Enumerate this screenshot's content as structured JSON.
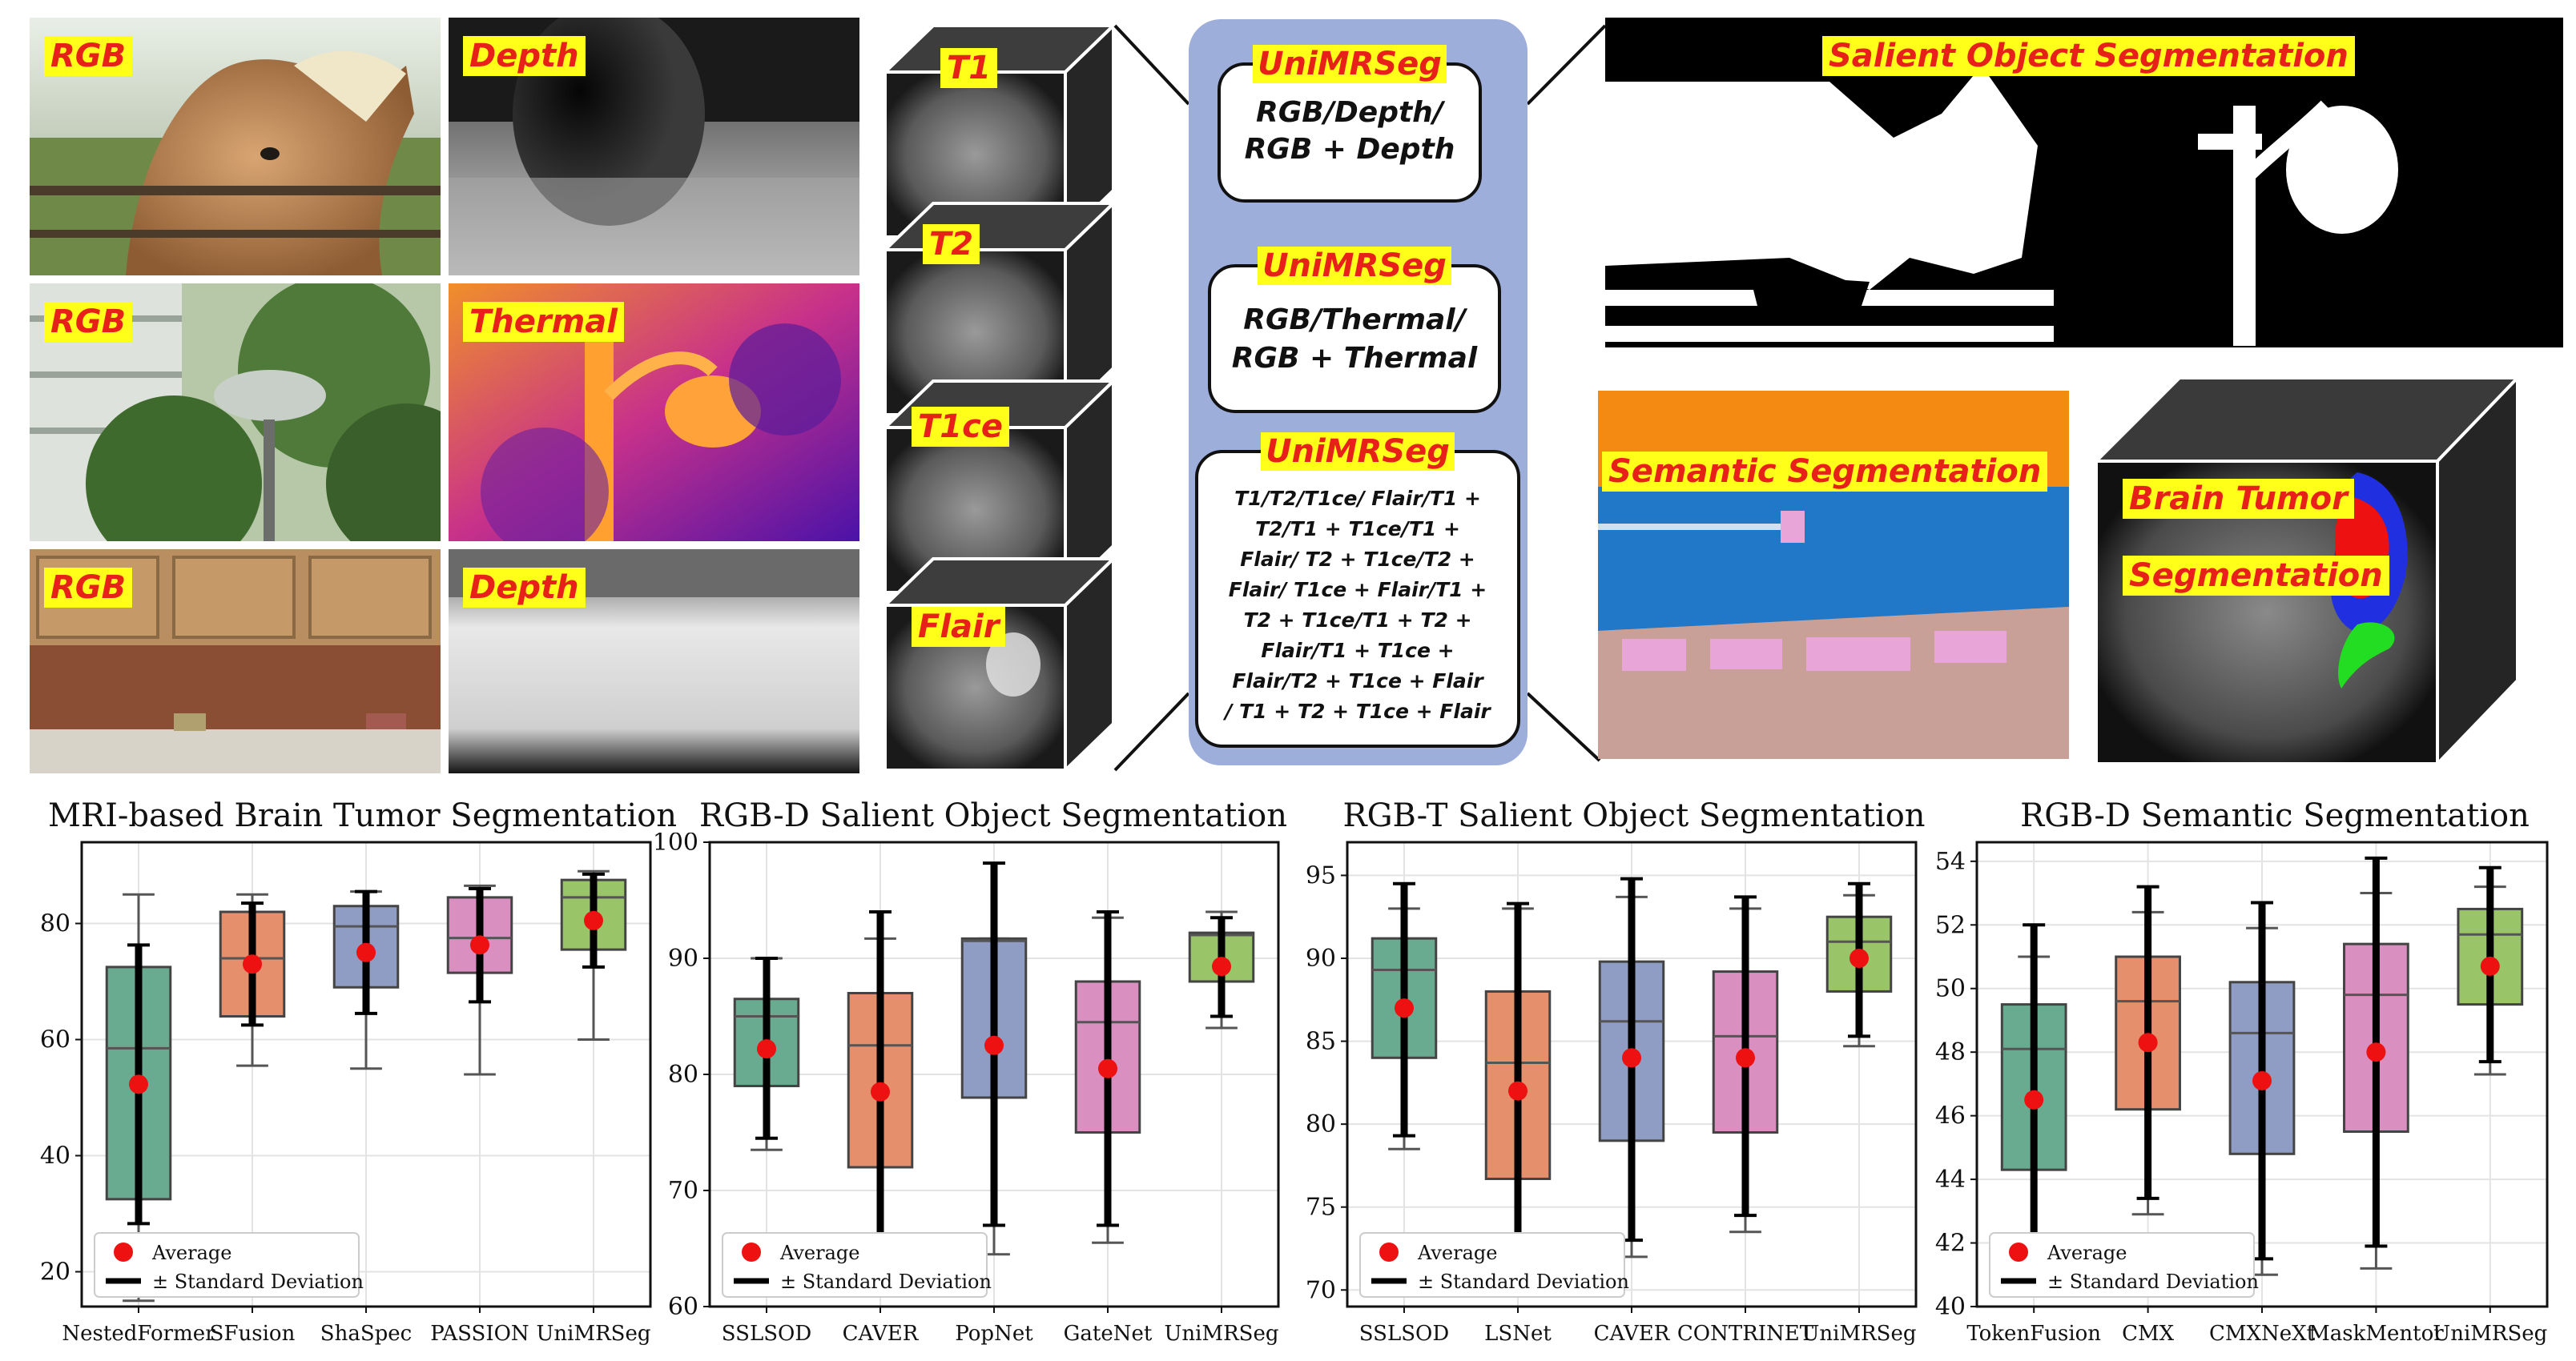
{
  "input_labels": {
    "rgb_1": "RGB",
    "depth_1": "Depth",
    "rgb_2": "RGB",
    "thermal": "Thermal",
    "rgb_3": "RGB",
    "depth_2": "Depth"
  },
  "mri_labels": [
    "T1",
    "T2",
    "T1ce",
    "Flair"
  ],
  "model_boxes": [
    {
      "title": "UniMRSeg",
      "body": "RGB/Depth/\nRGB + Depth"
    },
    {
      "title": "UniMRSeg",
      "body": "RGB/Thermal/\nRGB + Thermal"
    },
    {
      "title": "UniMRSeg",
      "body": "T1/T2/T1ce/ Flair/T1 +\nT2/T1 + T1ce/T1 +\nFlair/ T2 + T1ce/T2 +\nFlair/ T1ce + Flair/T1 +\nT2 + T1ce/T1 + T2 +\nFlair/T1 + T1ce +\nFlair/T2 + T1ce + Flair\n/ T1 + T2 + T1ce + Flair"
    }
  ],
  "output_labels": {
    "salient": "Salient Object Segmentation",
    "semantic": "Semantic Segmentation",
    "brain_1": "Brain  Tumor",
    "brain_2": "Segmentation"
  },
  "legend": {
    "average": "Average",
    "std": "± Standard Deviation"
  },
  "colors": {
    "box_fills": [
      "#69ab91",
      "#e58f6d",
      "#8f9cc3",
      "#d98fbf",
      "#9ac468"
    ],
    "average_marker": "#ee1111",
    "model_panel": "#9eaedb",
    "tag_bg": "#ffff1a",
    "tag_text": "#e8201a"
  },
  "chart_data": [
    {
      "type": "box",
      "title": "MRI-based  Brain Tumor Segmentation",
      "categories": [
        "NestedFormer",
        "SFusion",
        "ShaSpec",
        "PASSION",
        "UniMRSeg"
      ],
      "ylim": [
        14,
        94
      ],
      "yticks": [
        20,
        40,
        60,
        80
      ],
      "q1": [
        32.5,
        64,
        69,
        71.5,
        75.5
      ],
      "median": [
        58.5,
        74,
        79.5,
        77.5,
        84.5
      ],
      "q3": [
        72.5,
        82,
        83,
        84.5,
        87.5
      ],
      "whisker_low": [
        15,
        55.5,
        55,
        54,
        60
      ],
      "whisker_high": [
        85,
        85,
        85.5,
        86.5,
        89
      ],
      "mean": [
        52.3,
        73,
        75,
        76.3,
        80.5
      ],
      "std_low": [
        28.3,
        62.5,
        64.5,
        66.5,
        72.5
      ],
      "std_high": [
        76.3,
        83.5,
        85.5,
        86,
        88.5
      ],
      "grid": true,
      "legend": "lower-left"
    },
    {
      "type": "box",
      "title": "RGB-D Salient Object Segmentation",
      "categories": [
        "SSLSOD",
        "CAVER",
        "PopNet",
        "GateNet",
        "UniMRSeg"
      ],
      "ylim": [
        60,
        100
      ],
      "yticks": [
        60,
        70,
        80,
        90,
        100
      ],
      "q1": [
        79,
        72,
        78,
        75,
        88
      ],
      "median": [
        85,
        82.5,
        91.5,
        84.5,
        92
      ],
      "q3": [
        86.5,
        87,
        91.7,
        88,
        92.2
      ],
      "whisker_low": [
        73.5,
        62,
        64.5,
        65.5,
        84
      ],
      "whisker_high": [
        90,
        91.7,
        91.7,
        93.5,
        94
      ],
      "mean": [
        82.2,
        78.5,
        82.5,
        80.5,
        89.3
      ],
      "std_low": [
        74.5,
        62,
        67,
        67,
        85
      ],
      "std_high": [
        90,
        94,
        98.2,
        94,
        93.5
      ],
      "grid": true,
      "legend": "lower-left"
    },
    {
      "type": "box",
      "title": "RGB-T Salient Object Segmentation",
      "categories": [
        "SSLSOD",
        "LSNet",
        "CAVER",
        "CONTRINET",
        "UniMRSeg"
      ],
      "ylim": [
        69,
        97
      ],
      "yticks": [
        70,
        75,
        80,
        85,
        90,
        95
      ],
      "q1": [
        84,
        76.7,
        79,
        79.5,
        88
      ],
      "median": [
        89.3,
        83.7,
        86.2,
        85.3,
        91
      ],
      "q3": [
        91.2,
        88,
        89.8,
        89.2,
        92.5
      ],
      "whisker_low": [
        78.5,
        70,
        72,
        73.5,
        84.7
      ],
      "whisker_high": [
        93,
        93,
        93.7,
        93,
        93.8
      ],
      "mean": [
        87,
        82,
        84,
        84,
        90
      ],
      "std_low": [
        79.3,
        70,
        73,
        74.5,
        85.3
      ],
      "std_high": [
        94.5,
        93.3,
        94.8,
        93.7,
        94.5
      ],
      "grid": true,
      "legend": "lower-left"
    },
    {
      "type": "box",
      "title": "RGB-D Semantic Segmentation",
      "categories": [
        "TokenFusion",
        "CMX",
        "CMXNeXt",
        "MaskMentor",
        "UniMRSeg"
      ],
      "ylim": [
        40,
        54.6
      ],
      "yticks": [
        40,
        42,
        44,
        46,
        48,
        50,
        52,
        54
      ],
      "q1": [
        44.3,
        46.2,
        44.8,
        45.5,
        49.5
      ],
      "median": [
        48.1,
        49.6,
        48.6,
        49.8,
        51.7
      ],
      "q3": [
        49.5,
        51,
        50.2,
        51.4,
        52.5
      ],
      "whisker_low": [
        41,
        42.9,
        41,
        41.2,
        47.3
      ],
      "whisker_high": [
        51,
        52.4,
        51.9,
        53,
        53.2
      ],
      "mean": [
        46.5,
        48.3,
        47.1,
        48,
        50.7
      ],
      "std_low": [
        41,
        43.4,
        41.5,
        41.9,
        47.7
      ],
      "std_high": [
        52,
        53.2,
        52.7,
        54.1,
        53.8
      ],
      "grid": true,
      "legend": "lower-left"
    }
  ]
}
